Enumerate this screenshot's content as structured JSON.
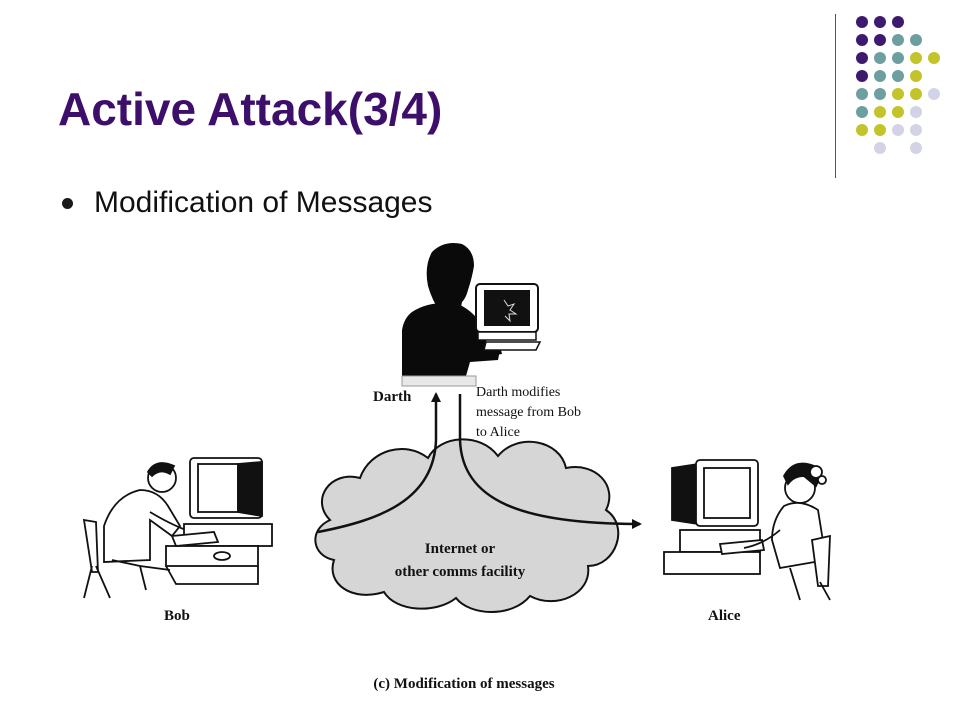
{
  "slide": {
    "title": "Active Attack(3/4)",
    "bullet": "Modification of Messages"
  },
  "diagram": {
    "darth_label": "Darth",
    "annotation_lines": [
      "Darth modifies",
      "message from Bob",
      "to Alice"
    ],
    "cloud_lines": [
      "Internet or",
      "other comms facility"
    ],
    "bob_label": "Bob",
    "alice_label": "Alice",
    "caption": "(c) Modification of messages"
  },
  "colors": {
    "title": "#3d0f6b",
    "dot_purple": "#3d1a6e",
    "dot_teal": "#6e9fa0",
    "dot_yellow": "#c3c32a",
    "dot_lavender": "#d3d3e8"
  }
}
